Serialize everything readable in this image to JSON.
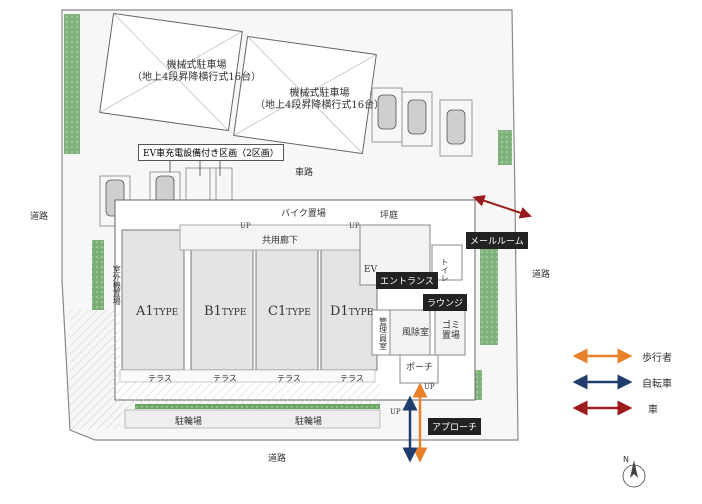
{
  "parking": {
    "lot1_line1": "機械式駐車場",
    "lot1_line2": "（地上4段昇降横行式16台）",
    "lot2_line1": "機械式駐車場",
    "lot2_line2": "（地上4段昇降横行式16台）",
    "ev_note": "EV車充電設備付き区画（2区画）"
  },
  "roads": {
    "top": "車路",
    "left": "道路",
    "right": "道路",
    "bottom": "道路"
  },
  "areas": {
    "bike": "バイク置場",
    "corridor": "共用廊下",
    "garden": "坪庭",
    "outdoor_unit": "室外機置場",
    "ev": "EV",
    "toilet": "トイレ",
    "manager_1": "管",
    "manager_2": "理",
    "manager_3": "員",
    "manager_4": "室",
    "wind_room": "風除室",
    "garbage_1": "ゴミ",
    "garbage_2": "置場",
    "porch": "ポーチ",
    "bicycle_left": "駐輪場",
    "bicycle_right": "駐輪場",
    "up1": "UP",
    "up2": "UP",
    "up3": "UP",
    "up4": "UP"
  },
  "tags": {
    "mail_room": "メールルーム",
    "entrance": "エントランス",
    "lounge": "ラウンジ",
    "approach": "アプローチ"
  },
  "units": [
    {
      "main": "A1",
      "sub": "TYPE"
    },
    {
      "main": "B1",
      "sub": "TYPE"
    },
    {
      "main": "C1",
      "sub": "TYPE"
    },
    {
      "main": "D1",
      "sub": "TYPE"
    }
  ],
  "terrace_label": "テラス",
  "legend": {
    "pedestrian": "歩行者",
    "bicycle": "自転車",
    "car": "車"
  },
  "compass": "N",
  "colors": {
    "pedestrian": "#e8812a",
    "bicycle": "#1f3e6e",
    "car": "#9b1c1c",
    "green": "#5f9a5a",
    "unit_fill": "#e4e4e4"
  }
}
